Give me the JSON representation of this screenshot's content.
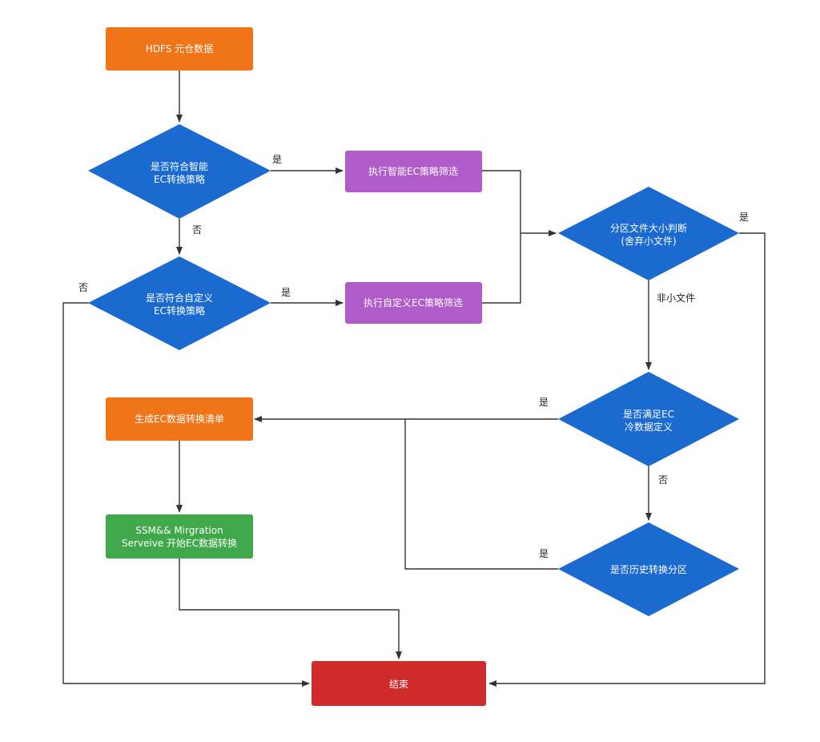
{
  "colors": {
    "orange": "#F07418",
    "purple": "#B05CC8",
    "blue": "#1B6AD0",
    "green": "#3FA84A",
    "red": "#D12A2A",
    "edge": "#333333"
  },
  "nodes": {
    "hdfs_meta": "HDFS 元仓数据",
    "smart_ec_q1": "是否符合智能",
    "smart_ec_q2": "EC转换策略",
    "smart_ec_exec": "执行智能EC策略筛选",
    "custom_ec_q1": "是否符合自定义",
    "custom_ec_q2": "EC转换策略",
    "custom_ec_exec": "执行自定义EC策略筛选",
    "size_q1": "分区文件大小判断",
    "size_q2": "(舍弃小文件)",
    "cold_q1": "是否满足EC",
    "cold_q2": "冷数据定义",
    "history_q": "是否历史转换分区",
    "gen_list": "生成EC数据转换清单",
    "ssm_l1": "SSM&& Mirgration",
    "ssm_l2": "Serveive 开始EC数据转换",
    "end": "结束"
  },
  "edge_labels": {
    "smart_yes": "是",
    "smart_no": "否",
    "custom_yes": "是",
    "custom_no": "否",
    "size_yes": "是",
    "size_not_small": "非小文件",
    "cold_yes": "是",
    "cold_no": "否",
    "history_yes": "是"
  }
}
